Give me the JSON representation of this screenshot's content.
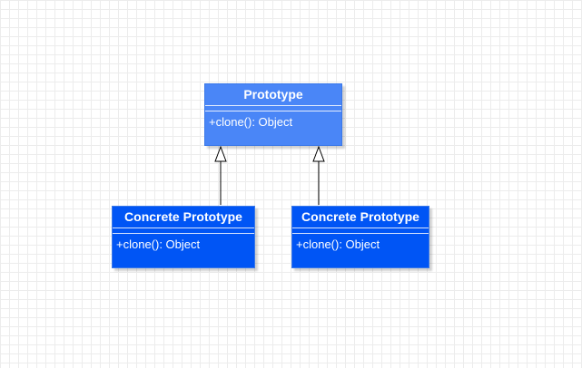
{
  "diagram": {
    "parent_class": {
      "name": "Prototype",
      "methods": [
        "+clone(): Object"
      ],
      "fill_color": "#4a86f7"
    },
    "child_classes": [
      {
        "name": "Concrete Prototype",
        "methods": [
          "+clone(): Object"
        ],
        "fill_color": "#0055f5"
      },
      {
        "name": "Concrete Prototype",
        "methods": [
          "+clone(): Object"
        ],
        "fill_color": "#0055f5"
      }
    ],
    "relationships": [
      {
        "type": "generalization",
        "from": "child_classes.0",
        "to": "parent_class"
      },
      {
        "type": "generalization",
        "from": "child_classes.1",
        "to": "parent_class"
      }
    ],
    "line_color": "#000000",
    "grid_color": "#ececec"
  }
}
